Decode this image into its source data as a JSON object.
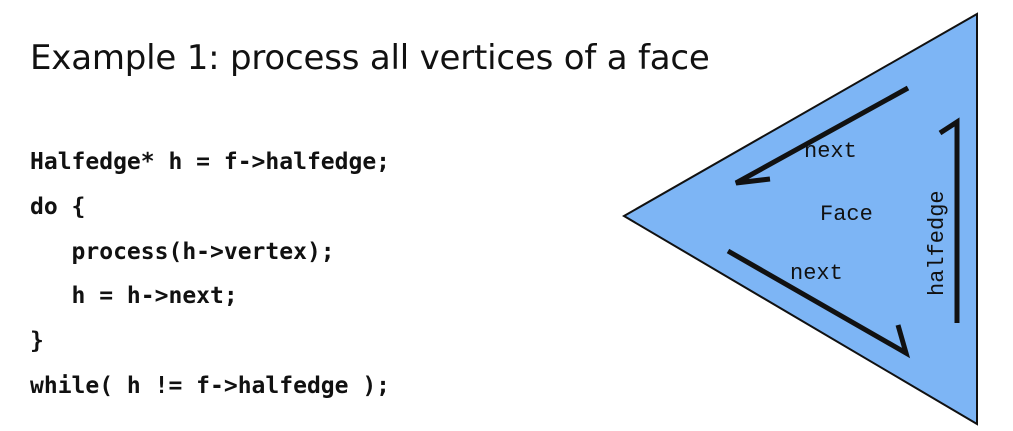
{
  "title": "Example 1: process all vertices of a face",
  "code": {
    "lines": [
      "Halfedge* h = f->halfedge;",
      "do {",
      "   process(h->vertex);",
      "   h = h->next;",
      "}",
      "while( h != f->halfedge );"
    ]
  },
  "diagram": {
    "face_label": "Face",
    "next_top_label": "next",
    "next_bottom_label": "next",
    "halfedge_label": "halfedge",
    "fill_color": "#7db5f5"
  }
}
